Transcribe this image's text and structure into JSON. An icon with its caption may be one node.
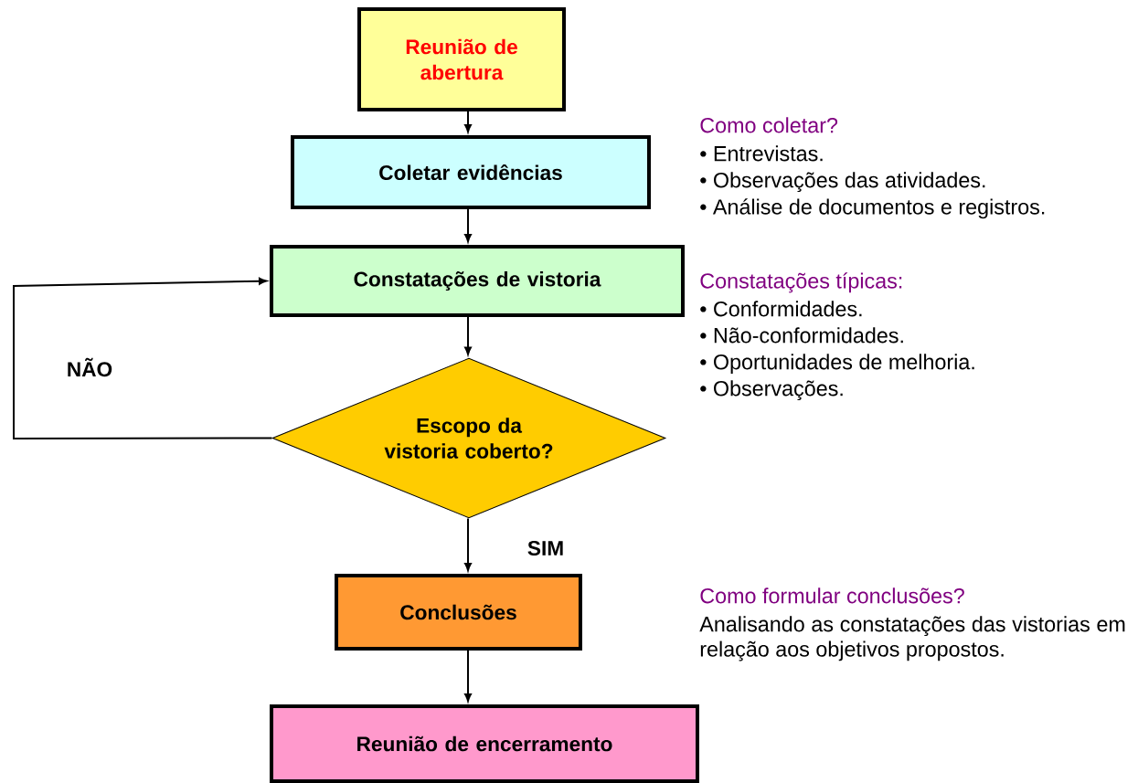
{
  "diagram": {
    "nodes": [
      {
        "text": [
          "Reunião de abertura"
        ]
      },
      {
        "text": [
          "Coletar evidências"
        ],
        "beside": [
          "Como coletar?",
          "• Entrevistas.",
          "• Observações das atividades.",
          "• Análise de documentos e registros."
        ]
      },
      {
        "text": [
          "Constatações de vistoria"
        ],
        "beside": [
          "Constatações típicas:",
          "• Conformidades.",
          "• Não-conformidades.",
          "• Oportunidades de melhoria.",
          "• Observações."
        ]
      },
      {
        "text": [
          "Escopo da vistoria coberto?"
        ]
      },
      {
        "text": [
          "Conclusões"
        ],
        "beside": [
          "Como formular conclusões?",
          "Analisando as constatações das vistorias em relação aos objetivos propostos."
        ]
      },
      {
        "text": [
          "Reunião de encerramento"
        ]
      }
    ],
    "edges": [
      {
        "from": 0,
        "to": 1,
        "arrow": "to"
      },
      {
        "from": 1,
        "to": 2,
        "arrow": "to"
      },
      {
        "from": 2,
        "to": 3,
        "arrow": "to"
      },
      {
        "from": 3,
        "to": 4,
        "arrow": "to",
        "label": "SIM"
      },
      {
        "from": 4,
        "to": 5,
        "arrow": "to"
      },
      {
        "from": 3,
        "to": 2,
        "arrow": "to",
        "label": "NÃO"
      }
    ]
  }
}
